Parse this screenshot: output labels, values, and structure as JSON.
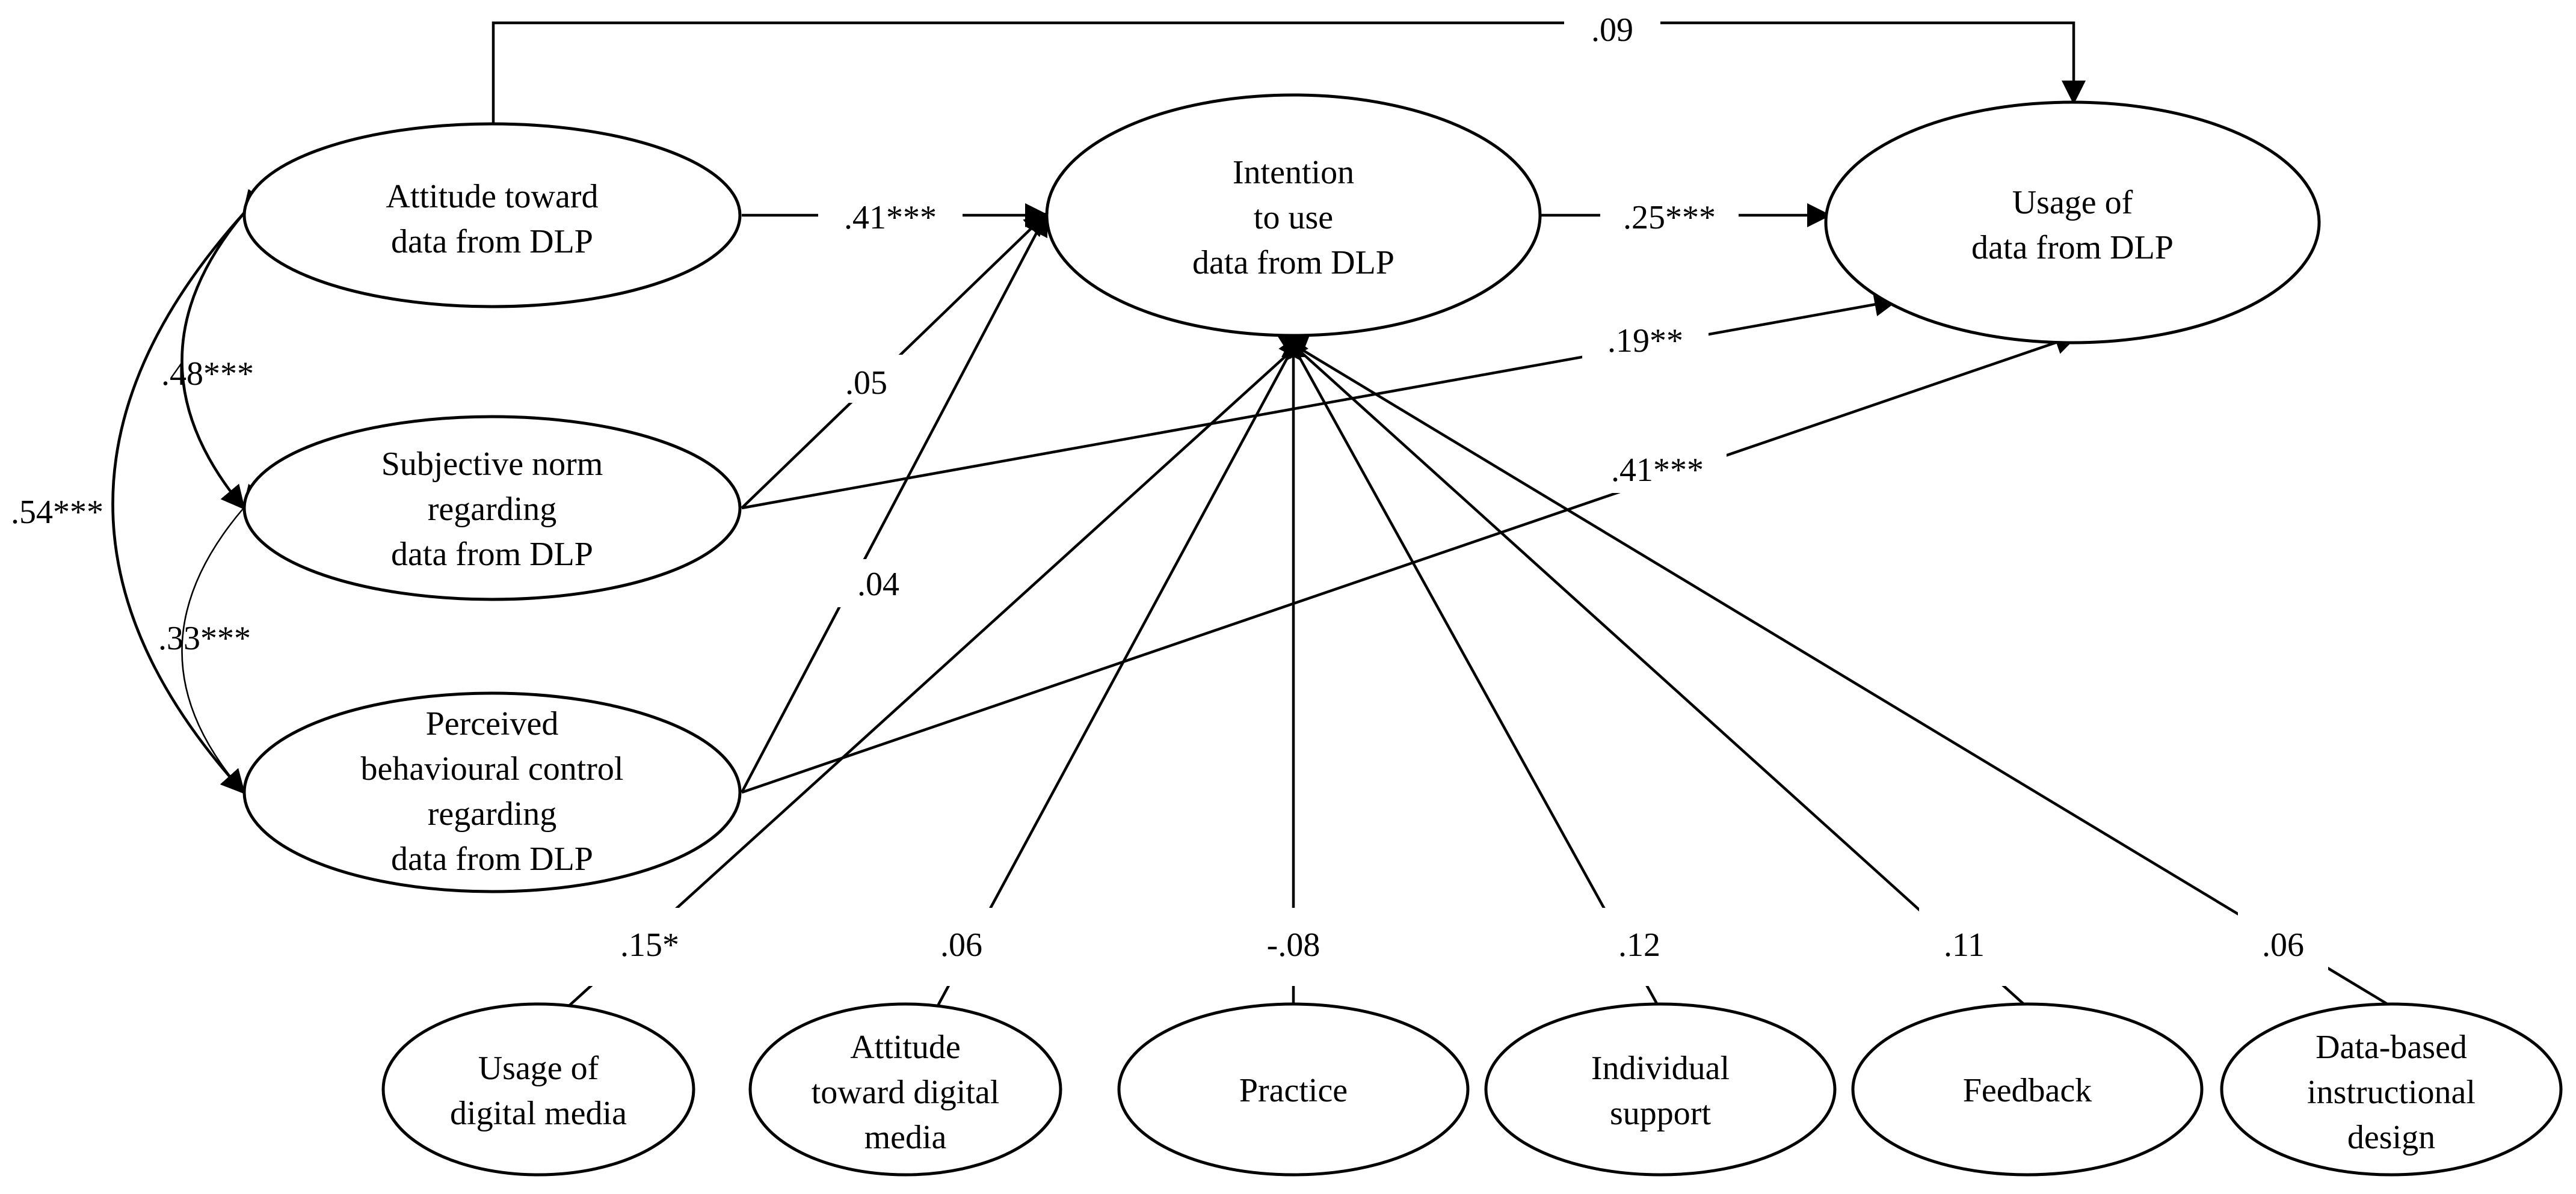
{
  "nodes": {
    "attitude": [
      "Attitude toward",
      "data from DLP"
    ],
    "subjective_norm": [
      "Subjective norm",
      "regarding",
      "data from DLP"
    ],
    "pbc": [
      "Perceived",
      "behavioural control",
      "regarding",
      "data from DLP"
    ],
    "intention": [
      "Intention",
      "to use",
      "data from DLP"
    ],
    "usage": [
      "Usage of",
      "data from DLP"
    ],
    "usage_digital_media": [
      "Usage of",
      "digital media"
    ],
    "attitude_digital_media": [
      "Attitude",
      "toward digital",
      "media"
    ],
    "practice": [
      "Practice"
    ],
    "individual_support": [
      "Individual",
      "support"
    ],
    "feedback": [
      "Feedback"
    ],
    "data_based_design": [
      "Data-based",
      "instructional",
      "design"
    ]
  },
  "coefficients": {
    "attitude_to_usage": ".09",
    "attitude_to_intention": ".41***",
    "intention_to_usage": ".25***",
    "norm_to_intention": ".05",
    "norm_to_usage": ".19**",
    "pbc_to_intention": ".04",
    "pbc_to_usage": ".41***",
    "corr_attitude_norm": ".48***",
    "corr_norm_pbc": ".33***",
    "corr_attitude_pbc": ".54***",
    "usage_digital_media_to_intention": ".15*",
    "attitude_digital_media_to_intention": ".06",
    "practice_to_intention": "-.08",
    "individual_support_to_intention": ".12",
    "feedback_to_intention": ".11",
    "data_based_design_to_intention": ".06"
  }
}
